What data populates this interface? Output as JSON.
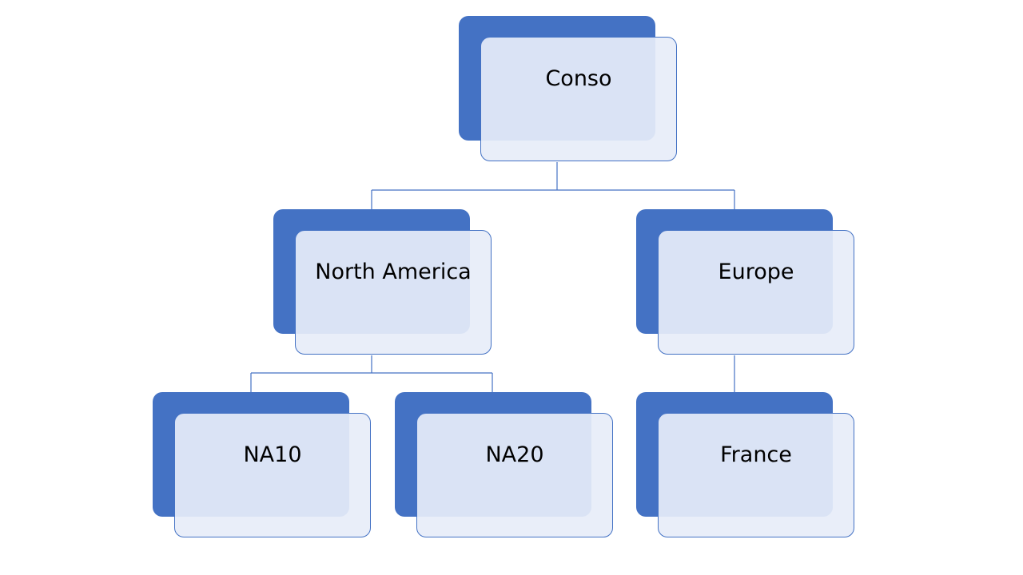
{
  "colors": {
    "accent": "#4472c4",
    "node_fill": "#e9eef8",
    "connector": "#4472c4"
  },
  "nodes": {
    "conso": "Conso",
    "north_america": "North America",
    "europe": "Europe",
    "na10": "NA10",
    "na20": "NA20",
    "france": "France"
  }
}
